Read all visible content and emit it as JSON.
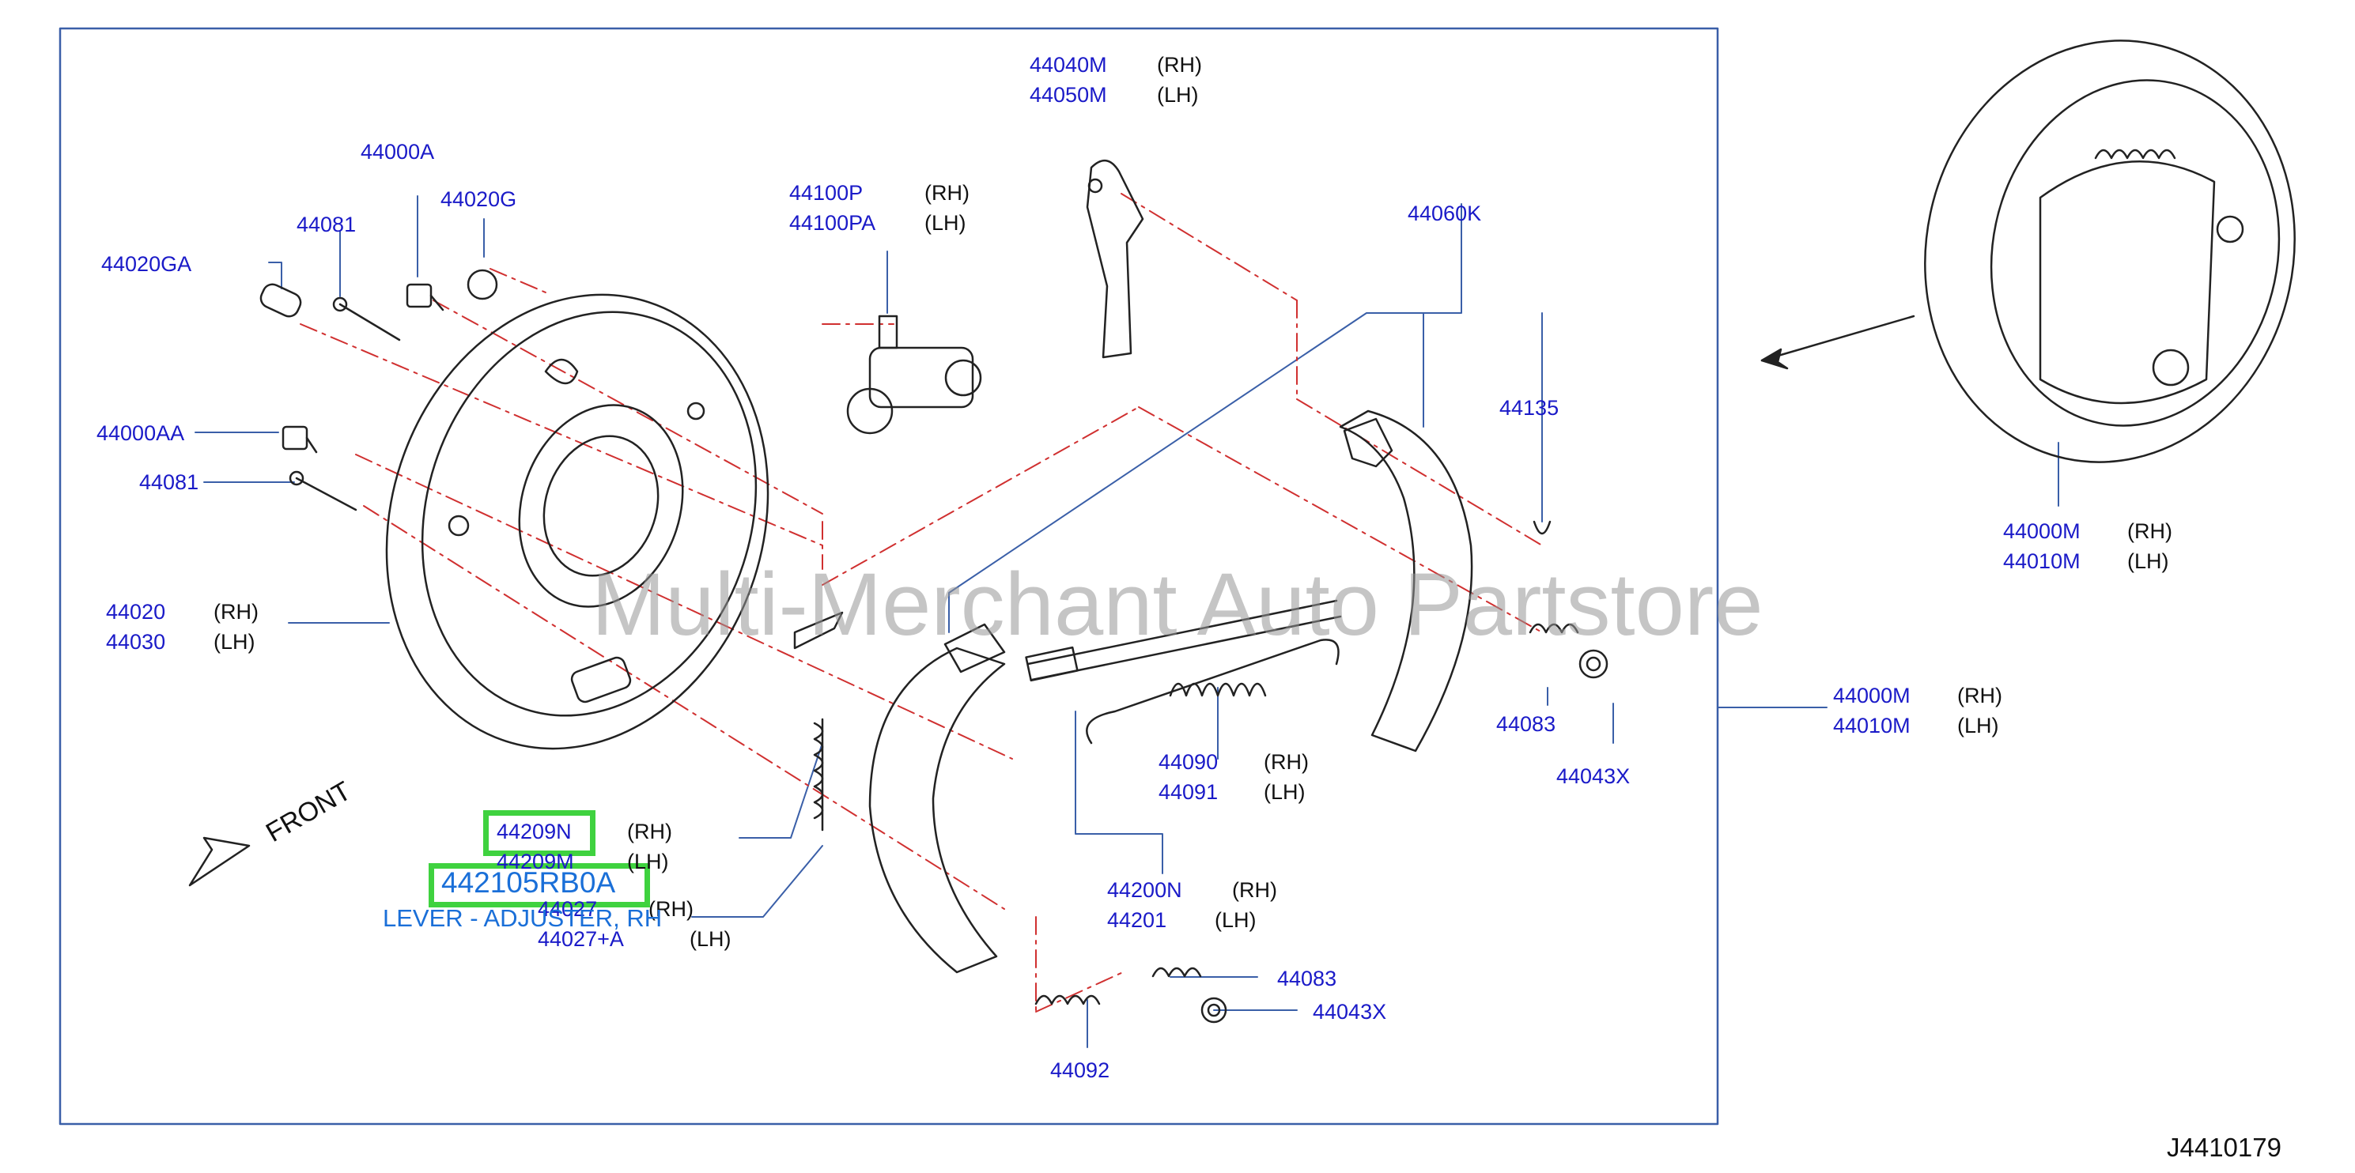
{
  "diagram": {
    "code": "J4410179",
    "watermark": "Multi-Merchant Auto Partstore",
    "front_label": "FRONT",
    "selected": {
      "part_number": "442105RB0A",
      "description": "LEVER - ADJUSTER, RH"
    },
    "labels": [
      {
        "id": "p44040M",
        "part": "44040M",
        "side": "(RH)"
      },
      {
        "id": "p44050M",
        "part": "44050M",
        "side": "(LH)"
      },
      {
        "id": "p44000A",
        "part": "44000A",
        "side": ""
      },
      {
        "id": "p44020G",
        "part": "44020G",
        "side": ""
      },
      {
        "id": "p44081a",
        "part": "44081",
        "side": ""
      },
      {
        "id": "p44020GA",
        "part": "44020GA",
        "side": ""
      },
      {
        "id": "p44100P",
        "part": "44100P",
        "side": "(RH)"
      },
      {
        "id": "p44100PA",
        "part": "44100PA",
        "side": "(LH)"
      },
      {
        "id": "p44060K",
        "part": "44060K",
        "side": ""
      },
      {
        "id": "p44135",
        "part": "44135",
        "side": ""
      },
      {
        "id": "p44000AA",
        "part": "44000AA",
        "side": ""
      },
      {
        "id": "p44081b",
        "part": "44081",
        "side": ""
      },
      {
        "id": "p44020",
        "part": "44020",
        "side": "(RH)"
      },
      {
        "id": "p44030",
        "part": "44030",
        "side": "(LH)"
      },
      {
        "id": "p44083a",
        "part": "44083",
        "side": ""
      },
      {
        "id": "p44043Xa",
        "part": "44043X",
        "side": ""
      },
      {
        "id": "p44090",
        "part": "44090",
        "side": "(RH)"
      },
      {
        "id": "p44091",
        "part": "44091",
        "side": "(LH)"
      },
      {
        "id": "p44209N",
        "part": "44209N",
        "side": "(RH)"
      },
      {
        "id": "p44209M",
        "part": "44209M",
        "side": "(LH)"
      },
      {
        "id": "p44027",
        "part": "44027",
        "side": "(RH)"
      },
      {
        "id": "p44027A",
        "part": "44027+A",
        "side": "(LH)"
      },
      {
        "id": "p44200N",
        "part": "44200N",
        "side": "(RH)"
      },
      {
        "id": "p44201",
        "part": "44201",
        "side": "(LH)"
      },
      {
        "id": "p44083b",
        "part": "44083",
        "side": ""
      },
      {
        "id": "p44043Xb",
        "part": "44043X",
        "side": ""
      },
      {
        "id": "p44092",
        "part": "44092",
        "side": ""
      },
      {
        "id": "p44000Mr",
        "part": "44000M",
        "side": "(RH)"
      },
      {
        "id": "p44010Mr",
        "part": "44010M",
        "side": "(LH)"
      },
      {
        "id": "p44000Mt",
        "part": "44000M",
        "side": "(RH)"
      },
      {
        "id": "p44010Mt",
        "part": "44010M",
        "side": "(LH)"
      }
    ]
  }
}
